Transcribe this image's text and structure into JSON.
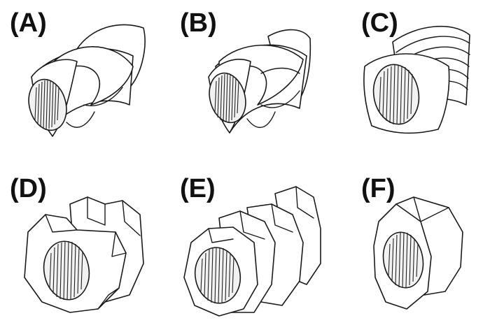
{
  "figure": {
    "panels": [
      {
        "id": "A",
        "label": "(A)",
        "icon": "screw-element-conveying-icon"
      },
      {
        "id": "B",
        "label": "(B)",
        "icon": "screw-element-conveying-deep-flight-icon"
      },
      {
        "id": "C",
        "label": "(C)",
        "icon": "screw-element-short-pitch-icon"
      },
      {
        "id": "D",
        "label": "(D)",
        "icon": "screw-element-kneading-block-icon"
      },
      {
        "id": "E",
        "label": "(E)",
        "icon": "screw-element-kneading-block-stacked-icon"
      },
      {
        "id": "F",
        "label": "(F)",
        "icon": "screw-element-single-disc-icon"
      }
    ]
  }
}
